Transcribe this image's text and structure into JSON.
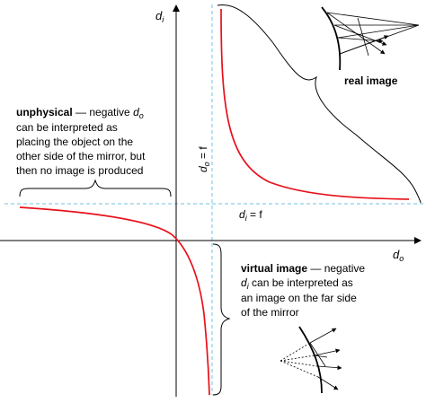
{
  "axes": {
    "y_label": {
      "base": "d",
      "sub": "i"
    },
    "x_label": {
      "base": "d",
      "sub": "o"
    }
  },
  "asymptotes": {
    "vertical_label": {
      "base": "d",
      "sub": "o",
      "rest": " = f"
    },
    "horizontal_label": {
      "base": "d",
      "sub": "i",
      "rest": " = f"
    }
  },
  "annotations": {
    "real_image": "real image",
    "unphysical": {
      "bold": "unphysical",
      "line1_rest": " — negative ",
      "line1_var": {
        "base": "d",
        "sub": "o"
      },
      "lines": [
        "can be interpreted as",
        "placing the object on the",
        "other side of the mirror, but",
        "then no image is produced"
      ]
    },
    "virtual_image": {
      "bold": "virtual image",
      "line1_rest": " — negative",
      "line2_var": {
        "base": "d",
        "sub": "i"
      },
      "line2_rest": " can be interpreted as",
      "lines": [
        "an image on the far side",
        "of the mirror"
      ]
    }
  },
  "colors": {
    "curve": "#e8101a",
    "asymptote": "#8ccde6",
    "axis": "#000000",
    "brace": "#000000"
  }
}
